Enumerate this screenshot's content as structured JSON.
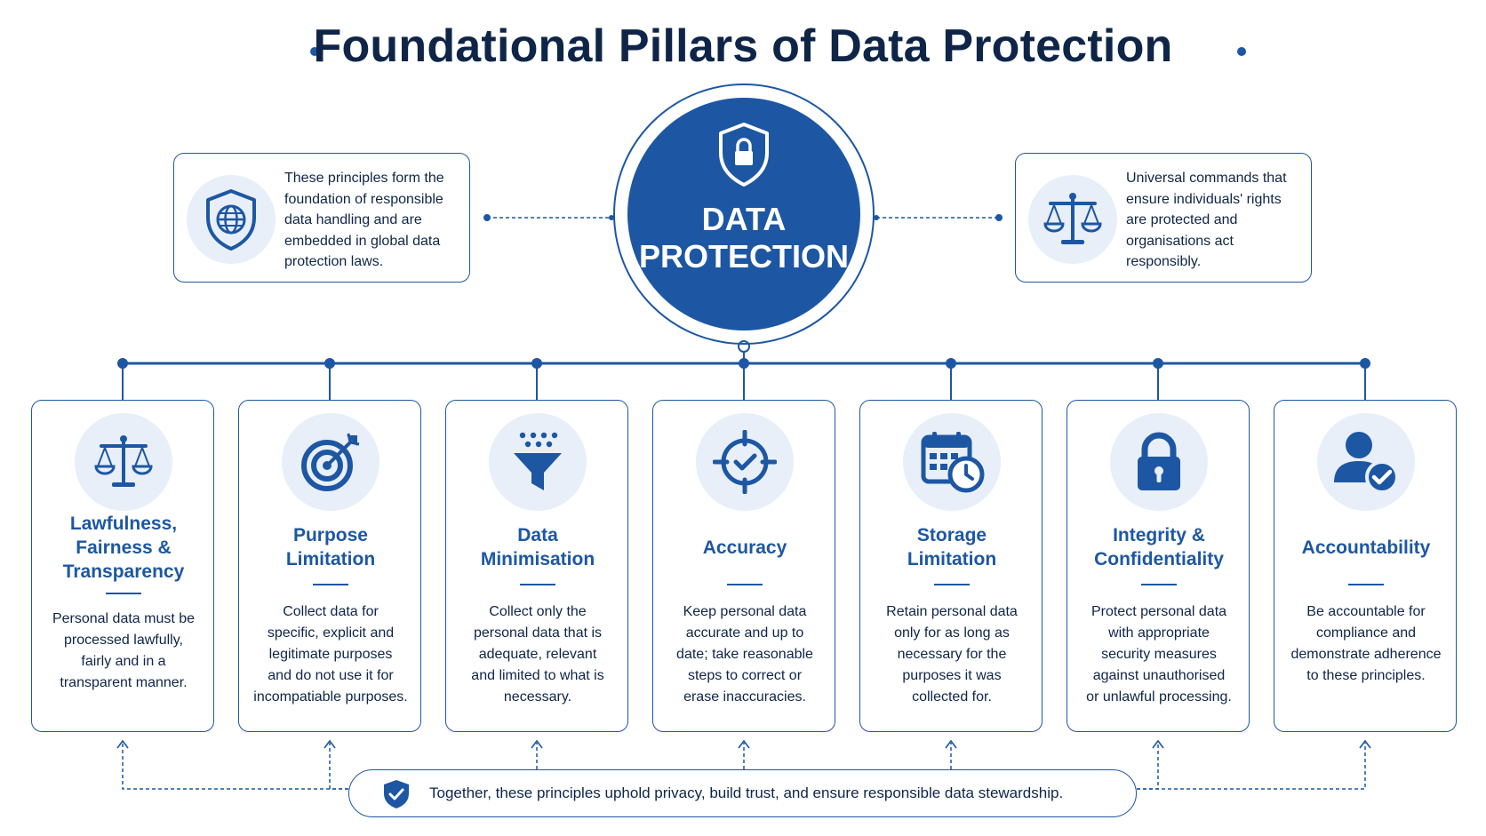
{
  "title": "Foundational Pillars of Data Protection",
  "hub": {
    "line1": "DATA",
    "line2": "PROTECTION",
    "icon": "shield-lock-icon"
  },
  "left_box": {
    "icon": "shield-globe-icon",
    "text": "These principles form the foundation of responsible data handling and are embedded in global data protection laws."
  },
  "right_box": {
    "icon": "scales-icon",
    "text": "Universal commands that ensure individuals' rights are protected and organisations act responsibly."
  },
  "pillars": [
    {
      "icon": "scales-icon",
      "title": "Lawfulness,\nFairness &\nTransparency",
      "description": "Personal data must be\nprocessed lawfully,\nfairly and in a\ntransparent manner."
    },
    {
      "icon": "target-icon",
      "title": "Purpose\nLimitation",
      "description": "Collect data for\nspecific, explicit and\nlegitimate purposes\nand do not use it for\nincompatiable purposes."
    },
    {
      "icon": "funnel-icon",
      "title": "Data\nMinimisation",
      "description": "Collect only the\npersonal data that is\nadequate, relevant\nand limited to what is\nnecessary."
    },
    {
      "icon": "crosshair-check-icon",
      "title": "Accuracy",
      "description": "Keep personal data\naccurate and up to\ndate; take reasonable\nsteps to correct or\nerase inaccuracies."
    },
    {
      "icon": "calendar-clock-icon",
      "title": "Storage\nLimitation",
      "description": "Retain personal data\nonly for as long as\nnecessary for the\npurposes it was\ncollected for."
    },
    {
      "icon": "padlock-icon",
      "title": "Integrity &\nConfidentiality",
      "description": "Protect personal data\nwith appropriate\nsecurity measures\nagainst unauthorised\nor unlawful processing."
    },
    {
      "icon": "user-check-icon",
      "title": "Accountability",
      "description": "Be accountable for\ncompliance and\ndemonstrate adherence\nto these principles."
    }
  ],
  "footer": {
    "icon": "shield-check-icon",
    "text": "Together, these principles uphold privacy, build trust, and ensure responsible data stewardship."
  },
  "colors": {
    "primary": "#1d57a3",
    "navy": "#0f2548",
    "icon_bg": "#e8eff8",
    "white": "#ffffff"
  }
}
